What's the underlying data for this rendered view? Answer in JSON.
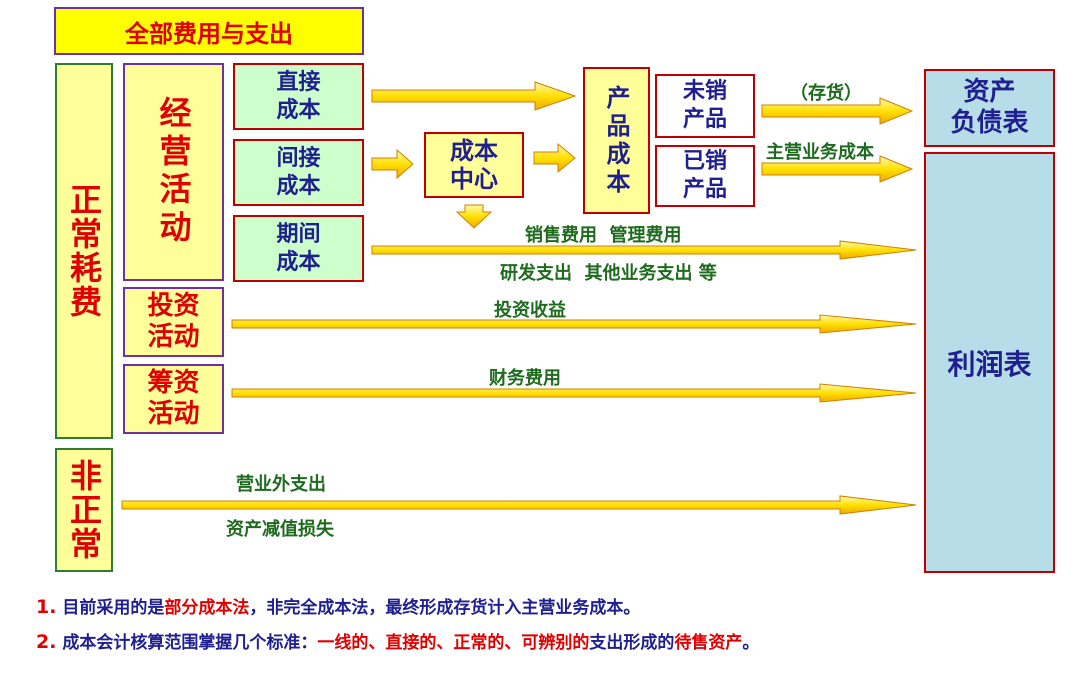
{
  "title": "全部费用与支出",
  "left": {
    "normal": "正常耗费",
    "abnormal": "非正常"
  },
  "activities": {
    "operating": "经营活动",
    "investing": "投资活动",
    "financing": "筹资活动"
  },
  "costs": {
    "direct": [
      "直接",
      "成本"
    ],
    "indirect": [
      "间接",
      "成本"
    ],
    "period": [
      "期间",
      "成本"
    ]
  },
  "cost_center": [
    "成本",
    "中心"
  ],
  "product_cost": "产品成本",
  "unsold": [
    "未销",
    "产品"
  ],
  "sold": [
    "已销",
    "产品"
  ],
  "balance_sheet": [
    "资产",
    "负债表"
  ],
  "income_statement": "利润表",
  "arrow_labels": {
    "inventory": "（存货）",
    "main_cost": "主营业务成本",
    "selling_admin": "销售费用  管理费用",
    "rd_other": "研发支出  其他业务支出 等",
    "invest_income": "投资收益",
    "finance_expense": "财务费用",
    "non_operating": "营业外支出",
    "impairment": "资产减值损失"
  },
  "notes": [
    {
      "num": "1.",
      "parts": [
        {
          "text": "目前采用的是",
          "color": "blue"
        },
        {
          "text": "部分成本法",
          "color": "red"
        },
        {
          "text": "，非完全成本法，最终形成存货计入主营业务成本。",
          "color": "blue"
        }
      ]
    },
    {
      "num": "2.",
      "parts": [
        {
          "text": "成本会计核算范围掌握几个标准：",
          "color": "blue"
        },
        {
          "text": "一线的、直接的、正常的、可辨别的",
          "color": "red"
        },
        {
          "text": "支出形成的",
          "color": "blue"
        },
        {
          "text": "待售资产",
          "color": "red"
        },
        {
          "text": "。",
          "color": "blue"
        }
      ]
    }
  ],
  "colors": {
    "arrow_fill": "#ffff33",
    "arrow_stroke": "#e0a000",
    "border_red": "#c00000",
    "text_red": "#e00000",
    "text_navy": "#1f1f8f",
    "label_green": "#1e6b1e"
  }
}
